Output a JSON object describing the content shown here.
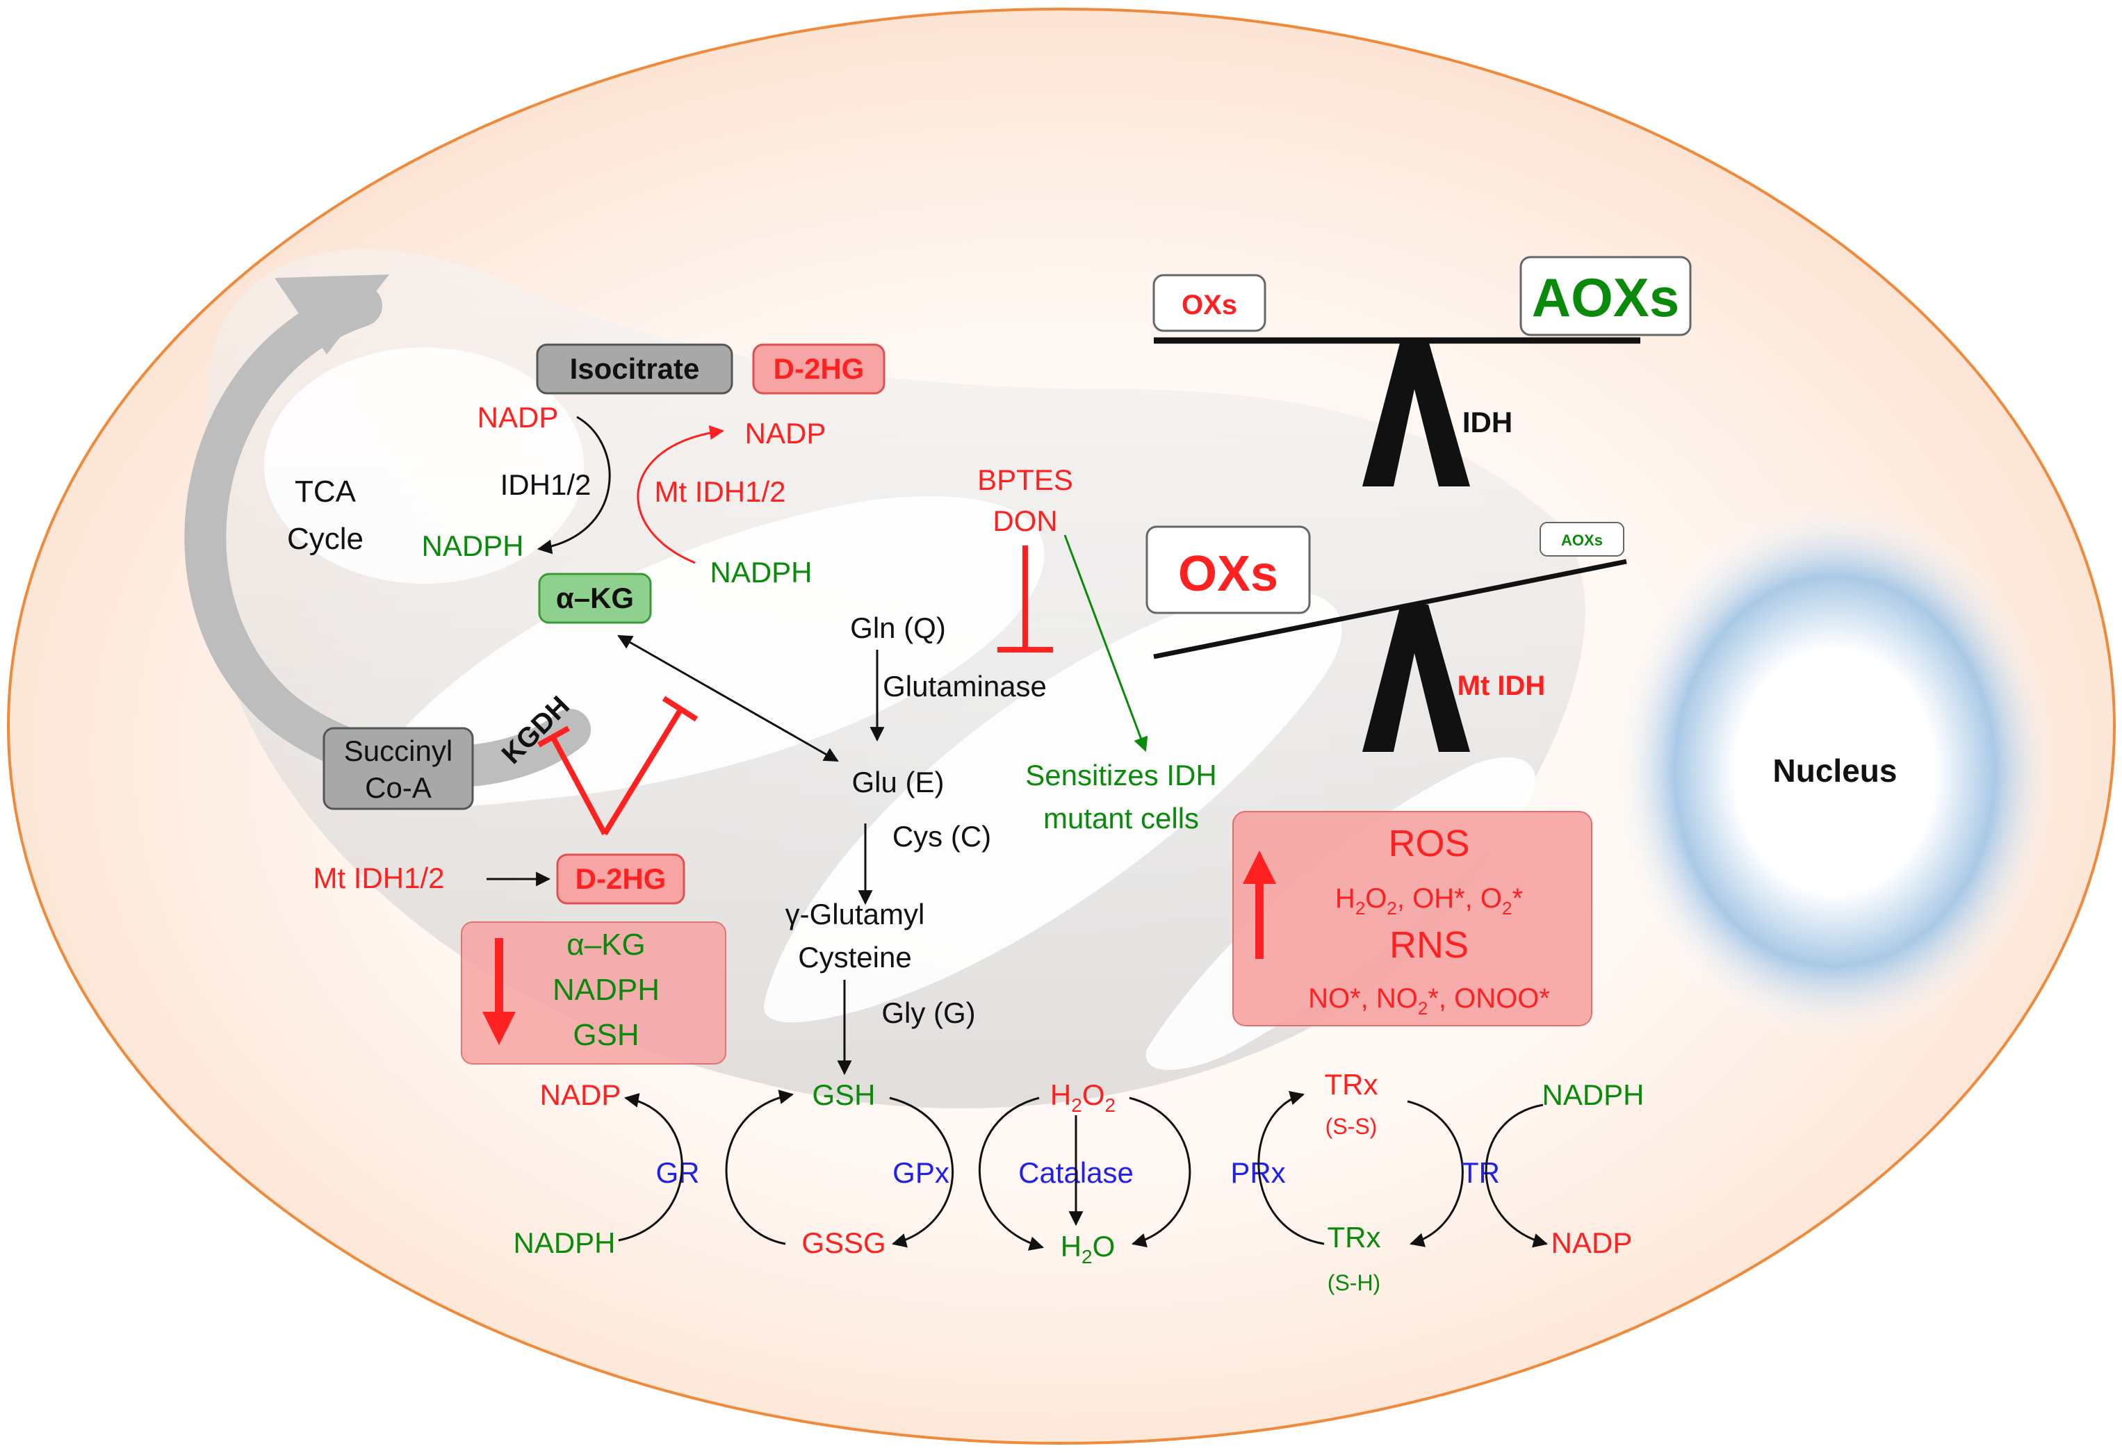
{
  "colors": {
    "red": "#ff2020",
    "green": "#0a8a0a",
    "blue": "#2020ee",
    "cell_border": "#f08a3a",
    "cell_fill": "#fde9dc",
    "highlight_box": "#f7a4a4",
    "nucleus": "#8cb8dc"
  },
  "tca": {
    "title_line1": "TCA",
    "title_line2": "Cycle",
    "isocitrate": "Isocitrate",
    "d2hg_top": "D-2HG",
    "nadp_left": "NADP",
    "nadp_right": "NADP",
    "idh12": "IDH1/2",
    "mt_idh12": "Mt IDH1/2",
    "nadph_left": "NADPH",
    "nadph_right": "NADPH",
    "akg": "α–KG",
    "kgdh": "KGDH",
    "succinyl_line1": "Succinyl",
    "succinyl_line2": "Co-A",
    "mt_idh12_bottom": "Mt IDH1/2",
    "d2hg_bottom": "D-2HG"
  },
  "decrease_box": {
    "arrow": "down-arrow",
    "items": [
      "α–KG",
      "NADPH",
      "GSH"
    ]
  },
  "glutamine": {
    "bptes": "BPTES",
    "don": "DON",
    "gln": "Gln (Q)",
    "glutaminase": "Glutaminase",
    "glu": "Glu (E)",
    "cys": "Cys (C)",
    "gglu_line1": "γ-Glutamyl",
    "gglu_line2": "Cysteine",
    "gly": "Gly (G)",
    "sensitizes_line1": "Sensitizes IDH",
    "sensitizes_line2": "mutant cells"
  },
  "balance": {
    "top_ox": "OXs",
    "top_aox": "AOXs",
    "top_label": "IDH",
    "bottom_ox": "OXs",
    "bottom_aox": "AOXs",
    "bottom_label": "Mt IDH"
  },
  "ros_box": {
    "arrow": "up-arrow",
    "ros": "ROS",
    "ros_species": [
      "H",
      "2",
      "O",
      "2",
      ", OH*, O",
      "2",
      "*"
    ],
    "rns": "RNS",
    "rns_species": [
      "NO*, NO",
      "2",
      "*, ONOO*"
    ]
  },
  "nucleus": "Nucleus",
  "redox": {
    "nadp_left": "NADP",
    "gr": "GR",
    "nadph_left": "NADPH",
    "gsh": "GSH",
    "gssg": "GSSG",
    "gpx": "GPx",
    "h2o2": [
      "H",
      "2",
      "O",
      "2"
    ],
    "catalase": "Catalase",
    "h2o": [
      "H",
      "2",
      "O"
    ],
    "prx": "PRx",
    "trx_top": "TRx",
    "trx_top_sub": "(S-S)",
    "trx_bottom": "TRx",
    "trx_bottom_sub": "(S-H)",
    "tr": "TR",
    "nadph_right": "NADPH",
    "nadp_right": "NADP"
  }
}
